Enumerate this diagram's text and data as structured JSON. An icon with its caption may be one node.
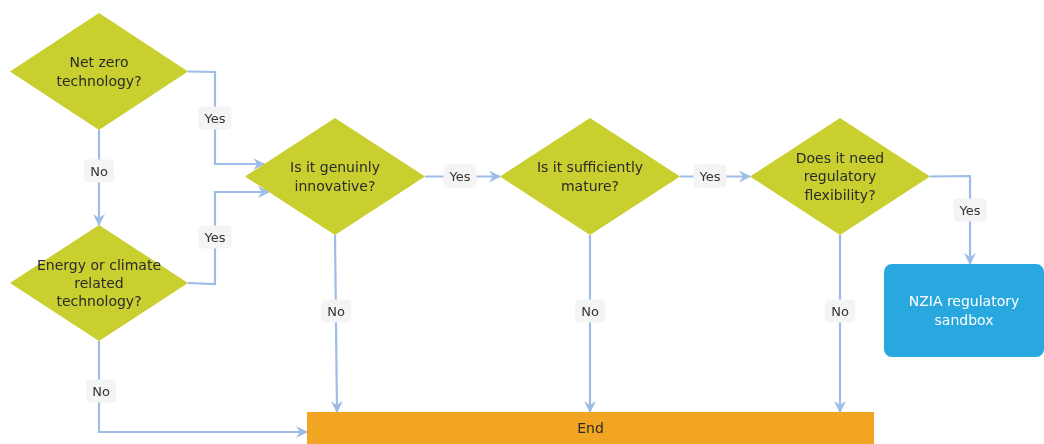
{
  "diagram": {
    "nodes": [
      {
        "text": [
          "Net zero technology?"
        ]
      },
      {
        "text": [
          "Energy or climate related technology?"
        ]
      },
      {
        "text": [
          "Is it genuinly innovative?"
        ]
      },
      {
        "text": [
          "Is it sufficiently mature?"
        ]
      },
      {
        "text": [
          "Does it need regulatory flexibility?"
        ]
      },
      {
        "text": [
          "NZIA regulatory sandbox"
        ]
      },
      {
        "text": [
          "End"
        ]
      }
    ],
    "edges": [
      {
        "from": 0,
        "to": 1,
        "arrow": "to",
        "label": "No"
      },
      {
        "from": 0,
        "to": 2,
        "arrow": "to",
        "label": "Yes"
      },
      {
        "from": 1,
        "to": 2,
        "arrow": "to",
        "label": "Yes"
      },
      {
        "from": 1,
        "to": 6,
        "arrow": "to",
        "label": "No"
      },
      {
        "from": 2,
        "to": 3,
        "arrow": "to",
        "label": "Yes"
      },
      {
        "from": 3,
        "to": 4,
        "arrow": "to",
        "label": "Yes"
      },
      {
        "from": 4,
        "to": 5,
        "arrow": "to",
        "label": "Yes"
      },
      {
        "from": 2,
        "to": 6,
        "arrow": "to",
        "label": "No"
      },
      {
        "from": 3,
        "to": 6,
        "arrow": "to",
        "label": "No"
      },
      {
        "from": 4,
        "to": 6,
        "arrow": "to",
        "label": "No"
      }
    ]
  }
}
